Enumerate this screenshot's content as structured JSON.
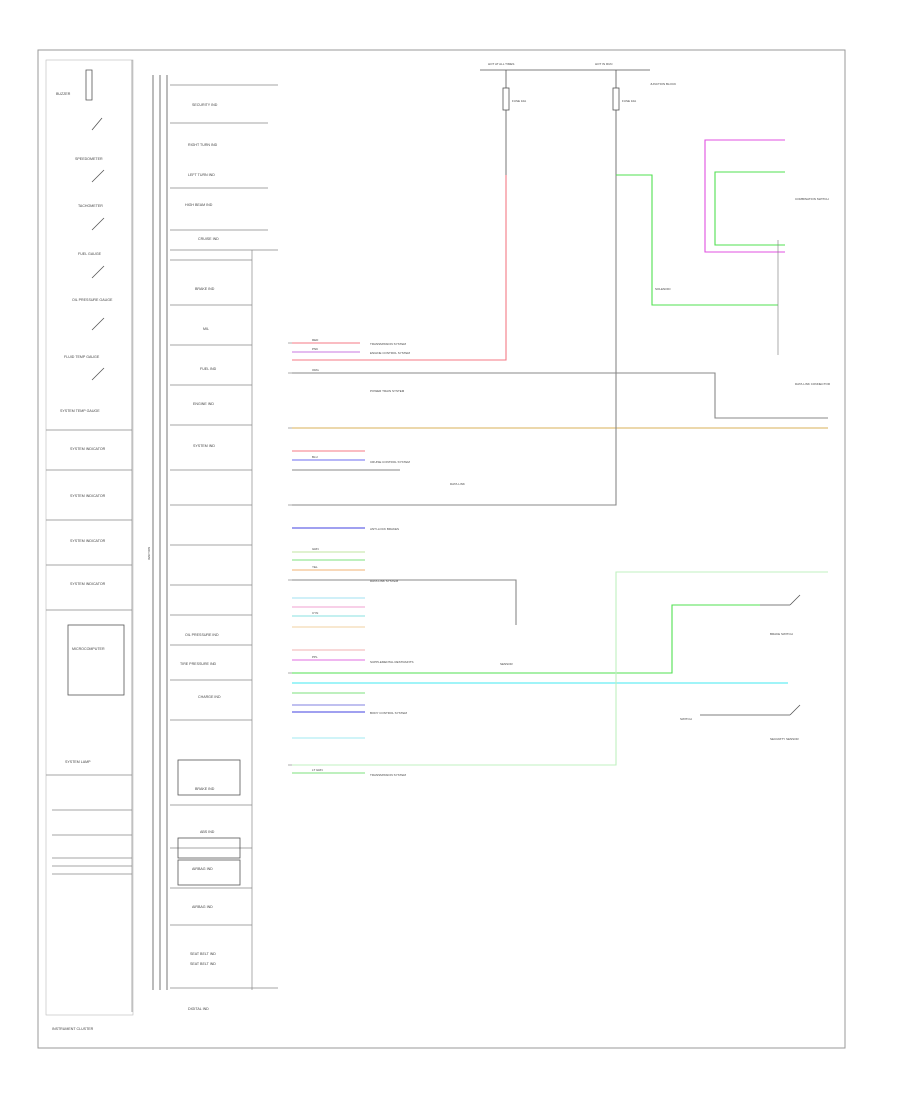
{
  "diagram": {
    "footer_left": "INSTRUMENT CLUSTER",
    "footer_caption": "",
    "left_panel": {
      "labels": [
        "BUZZER",
        "SPEEDOMETER",
        "TACHOMETER",
        "FUEL GAUGE",
        "OIL PRESSURE GAUGE",
        "FLUID TEMP GAUGE",
        "SYSTEM TEMP GAUGE",
        "SYSTEM INDICATOR",
        "SYSTEM INDICATOR",
        "SYSTEM INDICATOR",
        "SYSTEM INDICATOR",
        "MICROCOMPUTER",
        "SYSTEM LAMP"
      ]
    },
    "indicator_column": {
      "labels": [
        "SECURITY IND",
        "RIGHT TURN IND",
        "LEFT TURN IND",
        "HIGH BEAM IND",
        "CRUISE IND",
        "BRAKE IND",
        "MIL",
        "FUEL IND",
        "ENGINE IND",
        "SYSTEM IND",
        "OIL PRESSURE IND",
        "TIRE PRESSURE IND",
        "CHARGE IND",
        "BRAKE IND",
        "ABS IND",
        "AIRBAG IND",
        "AIRBAG IND",
        "SEAT BELT IND",
        "SEAT BELT IND"
      ],
      "bottom_label": "DIGITAL IND"
    },
    "fuse_labels": [
      "HOT AT ALL TIMES",
      "HOT IN RUN",
      "FUSE 10A",
      "FUSE 10A",
      "JUNCTION BLOCK"
    ],
    "connectors": [
      "DATA LINK",
      "SENSOR",
      "SWITCH",
      "SOLENOID"
    ],
    "system_rows": [
      {
        "label": "TRANSMISSION SYSTEM",
        "wire": "RED"
      },
      {
        "label": "ENGINE CONTROL SYSTEM",
        "wire": "PNK"
      },
      {
        "label": "POWER TRAIN SYSTEM",
        "wire": "ORG"
      },
      {
        "label": "CRUISE CONTROL SYSTEM",
        "wire": "BLU"
      },
      {
        "label": "ANTI-LOCK BRAKES",
        "wire": "GRN"
      },
      {
        "label": "DATA LINK SYSTEM",
        "wire": "YEL"
      },
      {
        "label": "SUPPLEMENTAL RESTRAINTS",
        "wire": "CYN"
      },
      {
        "label": "BODY CONTROL SYSTEM",
        "wire": "PPL"
      },
      {
        "label": "TRANSMISSION SYSTEM",
        "wire": "LT GRN"
      }
    ],
    "right_labels": [
      "COMBINATION SWITCH",
      "DATA LINK CONNECTOR",
      "BRAKE SWITCH",
      "SECURITY SENSOR"
    ]
  }
}
